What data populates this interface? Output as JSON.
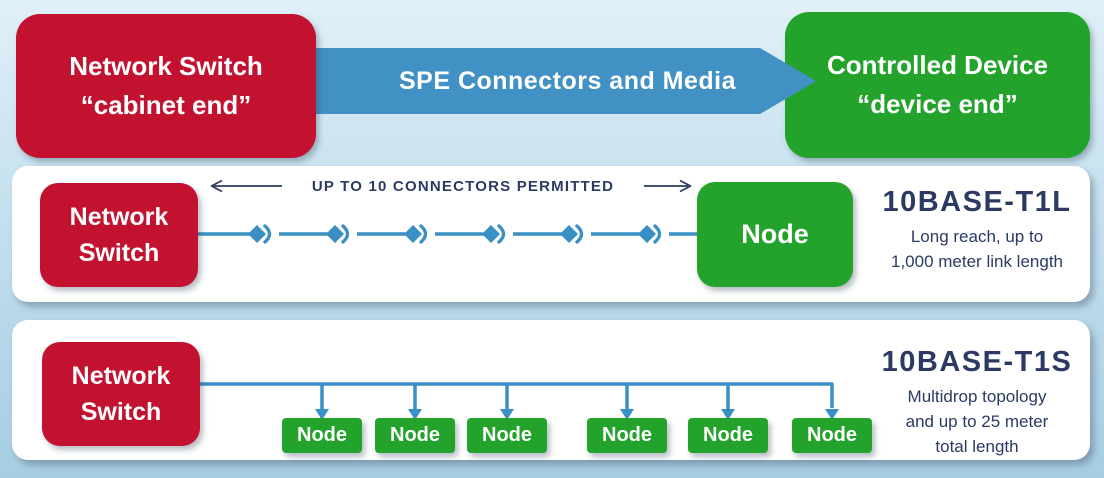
{
  "colors": {
    "red": "#c31230",
    "green": "#23a32b",
    "arrow_blue": "#4191c5",
    "line_blue": "#3a8fc4",
    "navy_text": "#2c3a63",
    "background_top": "#e1f0f9",
    "background_bottom": "#a6cde2",
    "panel": "#ffffff"
  },
  "header": {
    "switch_box": {
      "line1": "Network Switch",
      "line2": "“cabinet end”"
    },
    "arrow_label": "SPE Connectors and Media",
    "device_box": {
      "line1": "Controlled Device",
      "line2": "“device end”"
    }
  },
  "panel_t1l": {
    "switch_line1": "Network",
    "switch_line2": "Switch",
    "annotation": "UP TO 10 CONNECTORS PERMITTED",
    "connector_count": 6,
    "node_label": "Node",
    "title": "10BASE-T1L",
    "desc_line1": "Long reach, up to",
    "desc_line2": "1,000 meter link length"
  },
  "panel_t1s": {
    "switch_line1": "Network",
    "switch_line2": "Switch",
    "title": "10BASE-T1S",
    "desc_line1": "Multidrop topology",
    "desc_line2": "and up to 25 meter",
    "desc_line3": "total length",
    "nodes": [
      "Node",
      "Node",
      "Node",
      "Node",
      "Node",
      "Node"
    ]
  }
}
